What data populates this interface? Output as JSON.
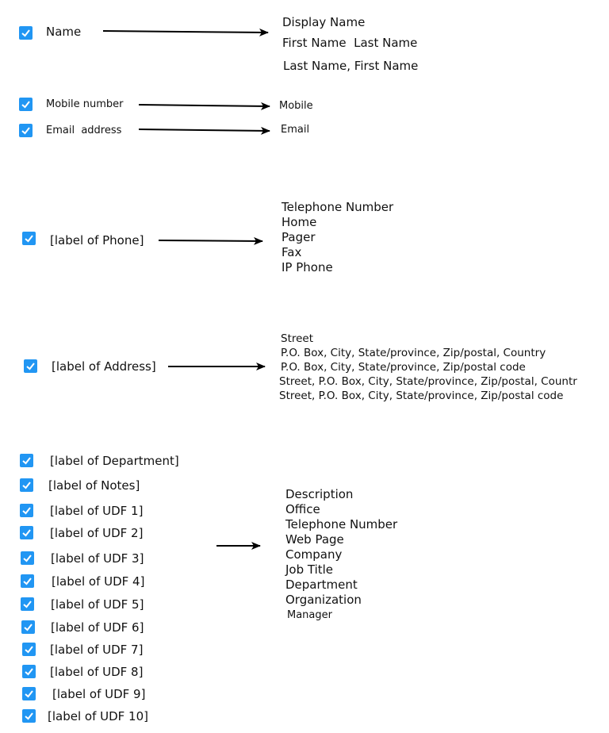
{
  "groups": {
    "name": {
      "label": "Name",
      "options": [
        "Display Name",
        "First Name  Last Name",
        "Last Name, First Name"
      ]
    },
    "mobile": {
      "label": "Mobile number",
      "option": "Mobile"
    },
    "email": {
      "label": "Email  address",
      "option": "Email"
    },
    "phone": {
      "label": "[label of Phone]",
      "options": [
        "Telephone Number",
        "Home",
        "Pager",
        "Fax",
        "IP Phone"
      ]
    },
    "address": {
      "label": "[label of Address]",
      "options": [
        "Street",
        "P.O. Box, City, State/province, Zip/postal, Country",
        "P.O. Box, City, State/province, Zip/postal code",
        "Street, P.O. Box, City, State/province, Zip/postal, Countr",
        "Street, P.O. Box, City, State/province, Zip/postal code"
      ]
    },
    "other": {
      "labels": [
        "[label of Department]",
        "[label of Notes]",
        "[label of UDF 1]",
        "[label of UDF 2]",
        "[label of UDF 3]",
        "[label of UDF 4]",
        "[label of UDF 5]",
        "[label of UDF 6]",
        "[label of UDF 7]",
        "[label of UDF 8]",
        "[label of UDF 9]",
        "[label of UDF 10]"
      ],
      "options": [
        "Description",
        "Office",
        "Telephone Number",
        "Web Page",
        "Company",
        "Job Title",
        "Department",
        "Organization",
        "Manager"
      ]
    }
  },
  "colors": {
    "checkbox": "#2196f3",
    "check": "#ffffff",
    "text": "#111111"
  }
}
